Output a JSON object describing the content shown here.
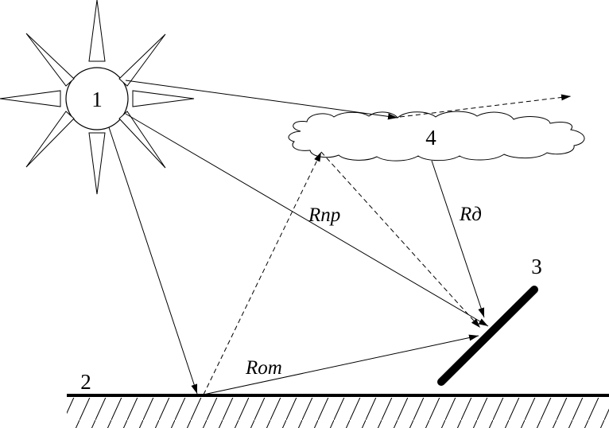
{
  "labels": {
    "sun": "1",
    "ground": "2",
    "panel": "3",
    "cloud": "4"
  },
  "rays": {
    "scattered": "Rпр",
    "diffuse": "Rд",
    "reflected": "Rот"
  },
  "colors": {
    "ink": "#000000",
    "background": "#ffffff"
  }
}
